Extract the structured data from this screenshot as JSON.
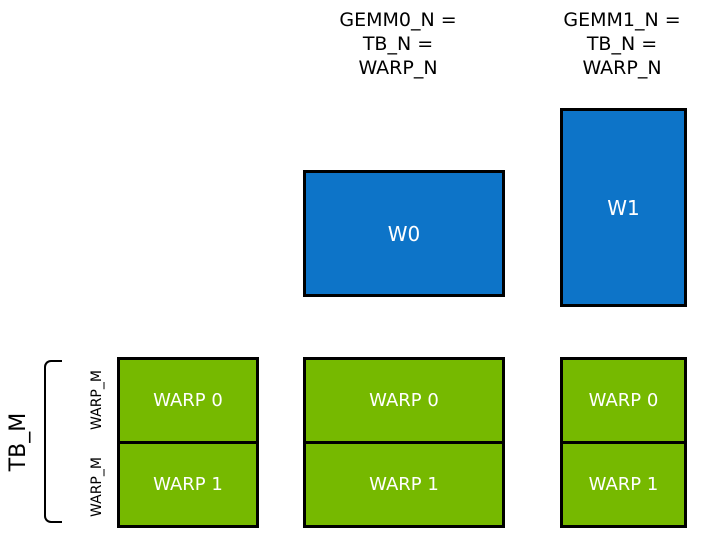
{
  "diagram": {
    "title_context": "GEMM warp tiling",
    "colors": {
      "warp_tile_blue": "#0d74c8",
      "thread_block_green": "#76b900",
      "outline_black": "#000000",
      "label_white": "#ffffff",
      "text_black": "#000000"
    },
    "headers": [
      {
        "text": "GEMM0_N =\nTB_N =\nWARP_N"
      },
      {
        "text": "GEMM1_N =\nTB_N =\nWARP_N"
      }
    ],
    "warp_tiles": [
      {
        "label": "W0"
      },
      {
        "label": "W1"
      }
    ],
    "thread_block_columns": [
      {
        "rows": [
          "WARP 0",
          "WARP 1"
        ]
      },
      {
        "rows": [
          "WARP 0",
          "WARP 1"
        ]
      },
      {
        "rows": [
          "WARP 0",
          "WARP 1"
        ]
      }
    ],
    "side_labels": {
      "tb_m": "TB_M",
      "warp_m": [
        "WARP_M",
        "WARP_M"
      ]
    }
  }
}
